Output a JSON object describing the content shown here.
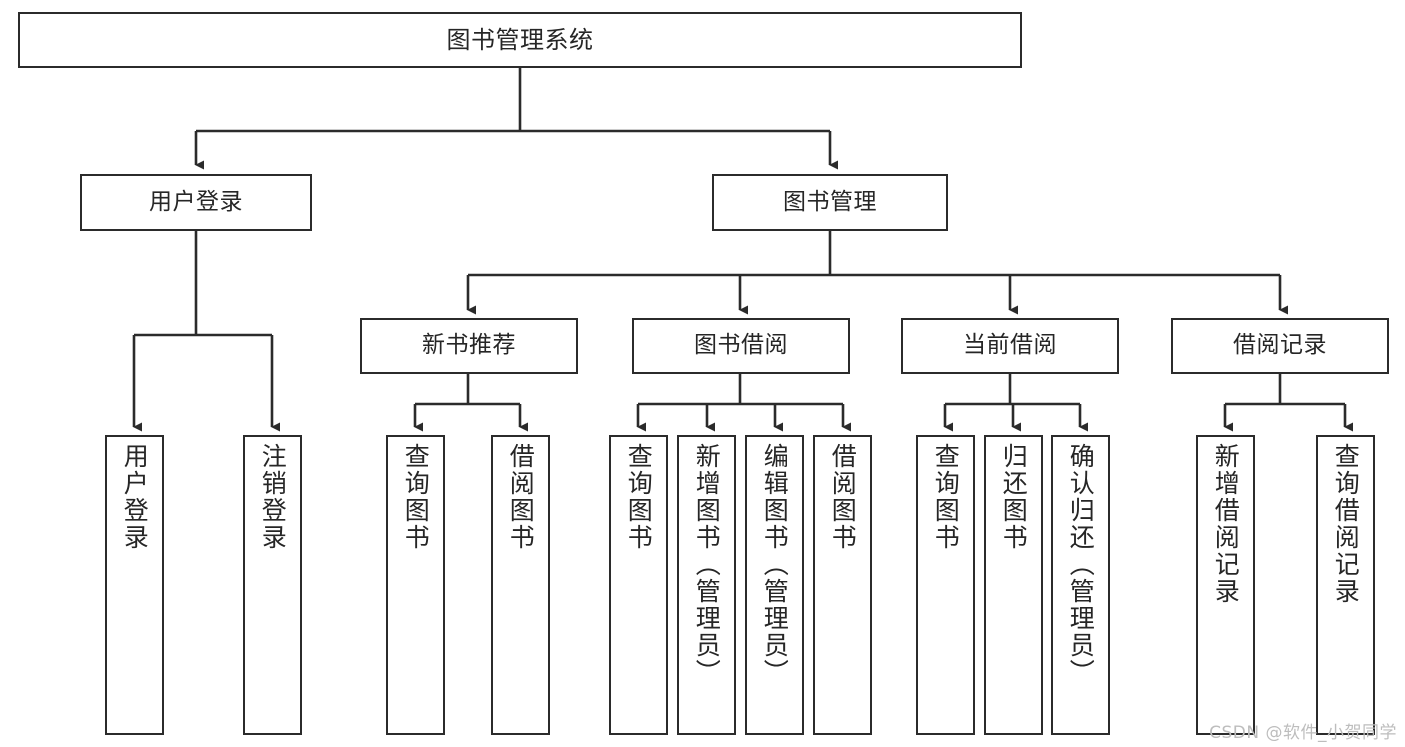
{
  "diagram": {
    "title": "图书管理系统",
    "type": "tree-hierarchy-diagram",
    "colors": {
      "stroke": "#2b2b2b",
      "fill": "#ffffff",
      "text": "#262626",
      "watermark": "#bdbdbd"
    },
    "levels": {
      "root": "图书管理系统",
      "level2": [
        "用户登录",
        "图书管理"
      ],
      "level3": [
        "新书推荐",
        "图书借阅",
        "当前借阅",
        "借阅记录"
      ]
    },
    "nodes": {
      "root": {
        "label": "图书管理系统",
        "orientation": "horizontal"
      },
      "user_login": {
        "label": "用户登录",
        "orientation": "horizontal"
      },
      "book_manage": {
        "label": "图书管理",
        "orientation": "horizontal"
      },
      "new_book_rec": {
        "label": "新书推荐",
        "orientation": "horizontal"
      },
      "book_borrow": {
        "label": "图书借阅",
        "orientation": "horizontal"
      },
      "current_borrow": {
        "label": "当前借阅",
        "orientation": "horizontal"
      },
      "borrow_record": {
        "label": "借阅记录",
        "orientation": "horizontal"
      },
      "leaf_user_login": {
        "label": "用户登录",
        "orientation": "vertical"
      },
      "leaf_logout": {
        "label": "注销登录",
        "orientation": "vertical"
      },
      "leaf_query_book_1": {
        "label": "查询图书",
        "orientation": "vertical"
      },
      "leaf_borrow_book_1": {
        "label": "借阅图书",
        "orientation": "vertical"
      },
      "leaf_query_book_2": {
        "label": "查询图书",
        "orientation": "vertical"
      },
      "leaf_add_book": {
        "label": "新增图书（管理员）",
        "orientation": "vertical"
      },
      "leaf_edit_book": {
        "label": "编辑图书（管理员）",
        "orientation": "vertical"
      },
      "leaf_borrow_book_2": {
        "label": "借阅图书",
        "orientation": "vertical"
      },
      "leaf_query_book_3": {
        "label": "查询图书",
        "orientation": "vertical"
      },
      "leaf_return_book": {
        "label": "归还图书",
        "orientation": "vertical"
      },
      "leaf_confirm_return": {
        "label": "确认归还（管理员）",
        "orientation": "vertical"
      },
      "leaf_add_record": {
        "label": "新增借阅记录",
        "orientation": "vertical"
      },
      "leaf_query_record": {
        "label": "查询借阅记录",
        "orientation": "vertical"
      }
    },
    "edges": [
      {
        "from": "root",
        "to": "user_login"
      },
      {
        "from": "root",
        "to": "book_manage"
      },
      {
        "from": "user_login",
        "to": "leaf_user_login"
      },
      {
        "from": "user_login",
        "to": "leaf_logout"
      },
      {
        "from": "book_manage",
        "to": "new_book_rec"
      },
      {
        "from": "book_manage",
        "to": "book_borrow"
      },
      {
        "from": "book_manage",
        "to": "current_borrow"
      },
      {
        "from": "book_manage",
        "to": "borrow_record"
      },
      {
        "from": "new_book_rec",
        "to": "leaf_query_book_1"
      },
      {
        "from": "new_book_rec",
        "to": "leaf_borrow_book_1"
      },
      {
        "from": "book_borrow",
        "to": "leaf_query_book_2"
      },
      {
        "from": "book_borrow",
        "to": "leaf_add_book"
      },
      {
        "from": "book_borrow",
        "to": "leaf_edit_book"
      },
      {
        "from": "book_borrow",
        "to": "leaf_borrow_book_2"
      },
      {
        "from": "current_borrow",
        "to": "leaf_query_book_3"
      },
      {
        "from": "current_borrow",
        "to": "leaf_return_book"
      },
      {
        "from": "current_borrow",
        "to": "leaf_confirm_return"
      },
      {
        "from": "borrow_record",
        "to": "leaf_add_record"
      },
      {
        "from": "borrow_record",
        "to": "leaf_query_record"
      }
    ]
  },
  "watermark": "CSDN @软件_小贺同学"
}
